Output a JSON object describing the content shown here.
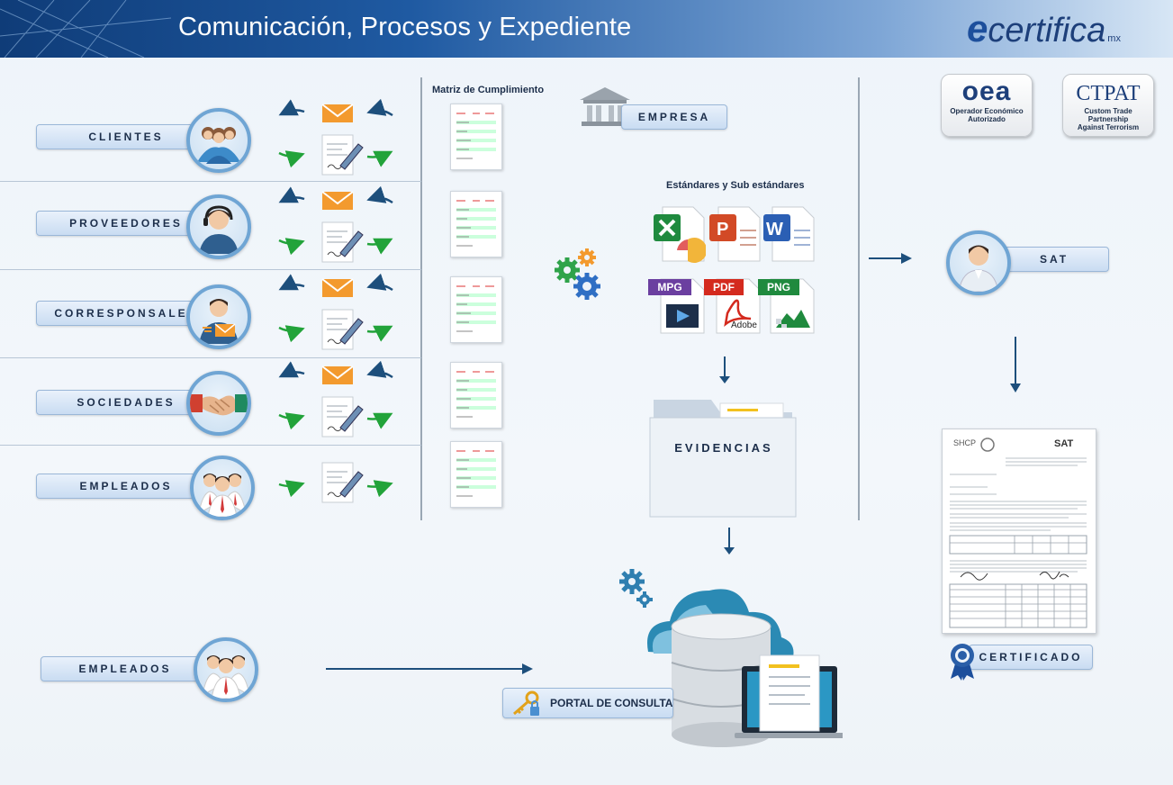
{
  "header": {
    "title": "Comunicación, Procesos y Expediente",
    "brand_e": "e",
    "brand_name": "certifica",
    "brand_suffix": "mx"
  },
  "actors": [
    {
      "label": "CLIENTES"
    },
    {
      "label": "PROVEEDORES"
    },
    {
      "label": "CORRESPONSALES"
    },
    {
      "label": "SOCIEDADES"
    },
    {
      "label": "EMPLEADOS"
    }
  ],
  "matrix": {
    "title": "Matriz de Cumplimiento"
  },
  "empresa": {
    "label": "EMPRESA"
  },
  "standards": {
    "title": "Estándares y Sub estándares"
  },
  "file_types": {
    "mpg": "MPG",
    "pdf": "PDF",
    "pdf_brand": "Adobe",
    "png": "PNG"
  },
  "evidencias": {
    "label": "EVIDENCIAS"
  },
  "badges": {
    "oea": {
      "logo": "oea",
      "line1": "Operador Económico",
      "line2": "Autorizado"
    },
    "ctpat": {
      "logo": "CTPAT",
      "line1": "Custom Trade Partnership",
      "line2": "Against Terrorism"
    }
  },
  "sat": {
    "label": "SAT"
  },
  "certificado": {
    "label": "CERTIFICADO",
    "doc_sender": "SAT",
    "doc_agency": "SHCP"
  },
  "bottom": {
    "empleados_label": "EMPLEADOS",
    "portal_label": "PORTAL DE CONSULTA"
  },
  "colors": {
    "accent_blue": "#1f5aa2",
    "arrow_blue": "#1d4f7c",
    "arrow_green": "#22a33a",
    "envelope": "#f39a2e"
  }
}
